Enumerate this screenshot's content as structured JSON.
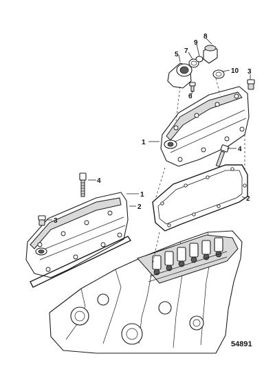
{
  "figure": {
    "number": "54891"
  },
  "callouts": [
    {
      "id": "c1a",
      "label": "1"
    },
    {
      "id": "c4a",
      "label": "4"
    },
    {
      "id": "c2a",
      "label": "2"
    },
    {
      "id": "c5",
      "label": "5"
    },
    {
      "id": "c7",
      "label": "7"
    },
    {
      "id": "c9",
      "label": "9"
    },
    {
      "id": "c8",
      "label": "8"
    },
    {
      "id": "c10",
      "label": "10"
    },
    {
      "id": "c3a",
      "label": "3"
    },
    {
      "id": "c6",
      "label": "6"
    },
    {
      "id": "c4b",
      "label": "4"
    },
    {
      "id": "c1b",
      "label": "1"
    },
    {
      "id": "c2b",
      "label": "2"
    },
    {
      "id": "c3b",
      "label": "3"
    }
  ]
}
